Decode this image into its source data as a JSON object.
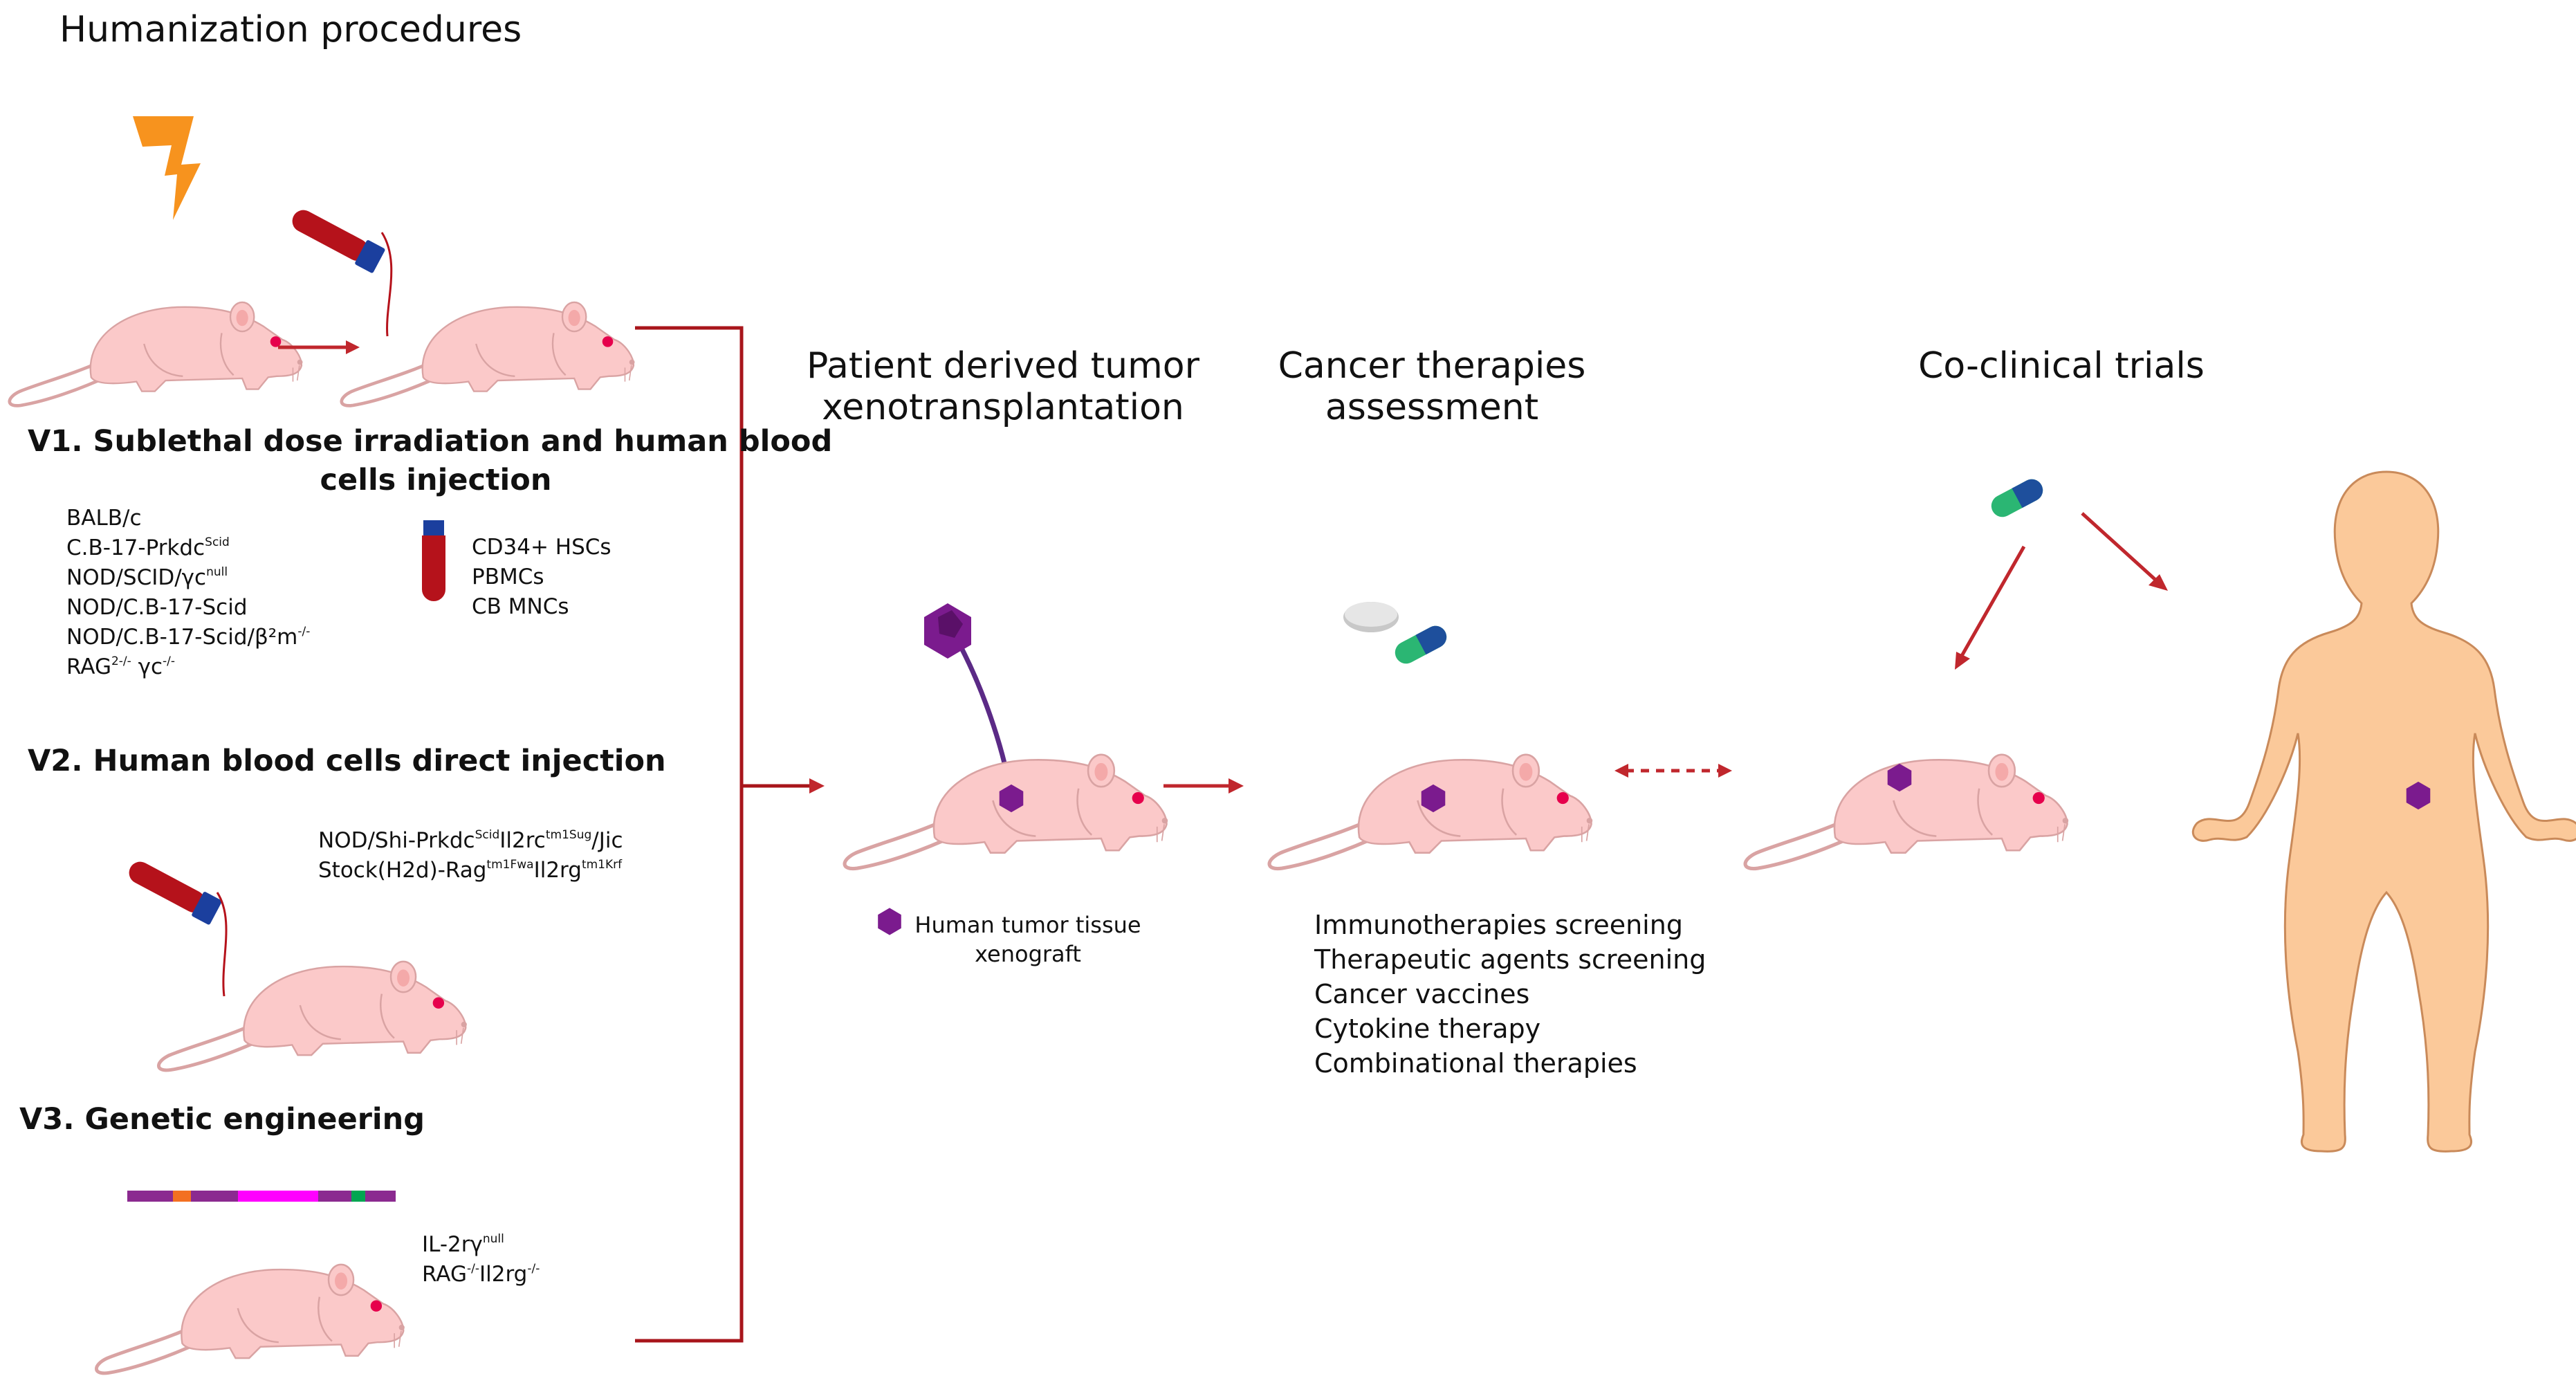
{
  "header": {
    "title": "Humanization procedures"
  },
  "v1": {
    "title": "V1. Sublethal dose irradiation and human blood cells injection",
    "title_line1": "V1. Sublethal dose irradiation and human blood",
    "title_line2": "cells injection",
    "strains": [
      {
        "base": "BALB/c",
        "sup": "",
        "rest": ""
      },
      {
        "base": "C.B-17-Prkdc",
        "sup": "Scid",
        "rest": ""
      },
      {
        "base": "NOD/SCID/γc",
        "sup": "null",
        "rest": ""
      },
      {
        "base": "NOD/C.B-17-Scid",
        "sup": "",
        "rest": ""
      },
      {
        "base": "NOD/C.B-17-Scid/β²m",
        "sup": "-/-",
        "rest": ""
      },
      {
        "base": "RAG",
        "sup": "2-/-",
        "rest": " γc",
        "sup2": "-/-"
      }
    ],
    "cells": [
      "CD34+ HSCs",
      "PBMCs",
      "CB MNCs"
    ]
  },
  "v2": {
    "title": "V2. Human blood cells direct injection",
    "strains": [
      {
        "base": "NOD/Shi-Prkdc",
        "sup": "Scid",
        "rest": "Il2rc",
        "sup2": "tm1Sug",
        "rest2": "/Jic"
      },
      {
        "base": "Stock(H2d)-Rag",
        "sup": "tm1Fwa",
        "rest": "Il2rg",
        "sup2": "tm1Krf",
        "rest2": ""
      }
    ]
  },
  "v3": {
    "title": "V3. Genetic engineering",
    "strains": [
      {
        "base": "IL-2rγ",
        "sup": "null",
        "rest": ""
      },
      {
        "base": "RAG",
        "sup": "-/-",
        "rest": "Il2rg",
        "sup2": "-/-"
      }
    ]
  },
  "stages": {
    "pdx": {
      "title_line1": "Patient derived tumor",
      "title_line2": "xenotransplantation",
      "legend": [
        "Human tumor tissue",
        "xenograft"
      ]
    },
    "therapies": {
      "title_line1": "Cancer therapies",
      "title_line2": "assessment",
      "items": [
        "Immunotherapies screening",
        "Therapeutic agents screening",
        "Cancer vaccines",
        "Cytokine therapy",
        "Combinational therapies"
      ]
    },
    "coclinical": {
      "title": "Co-clinical trials"
    }
  },
  "colors": {
    "mouse_fill": "#fbc9c9",
    "mouse_stroke": "#d9a3a3",
    "eye": "#e6004c",
    "arrow": "#c0272d",
    "bracket": "#a8151b",
    "lightning": "#f7931e",
    "syringe_red": "#b5121b",
    "syringe_blue": "#1b3f9e",
    "tumor": "#7b1b8e",
    "tumor_line": "#5b2a86",
    "human": "#fbc99a",
    "human_stroke": "#c98a5a",
    "pill_green": "#2bb673",
    "pill_blue": "#1e4f9c",
    "tablet": "#c8c8c8",
    "gene_purple": "#8b2a90",
    "gene_orange": "#f37021",
    "gene_magenta": "#ff00ff",
    "gene_green": "#00a651"
  },
  "icons": [
    "lightning-icon",
    "syringe-icon",
    "blood-tube-icon",
    "mouse-icon",
    "tumor-icon",
    "pill-icon",
    "tablet-icon",
    "human-figure-icon",
    "gene-construct-icon"
  ]
}
